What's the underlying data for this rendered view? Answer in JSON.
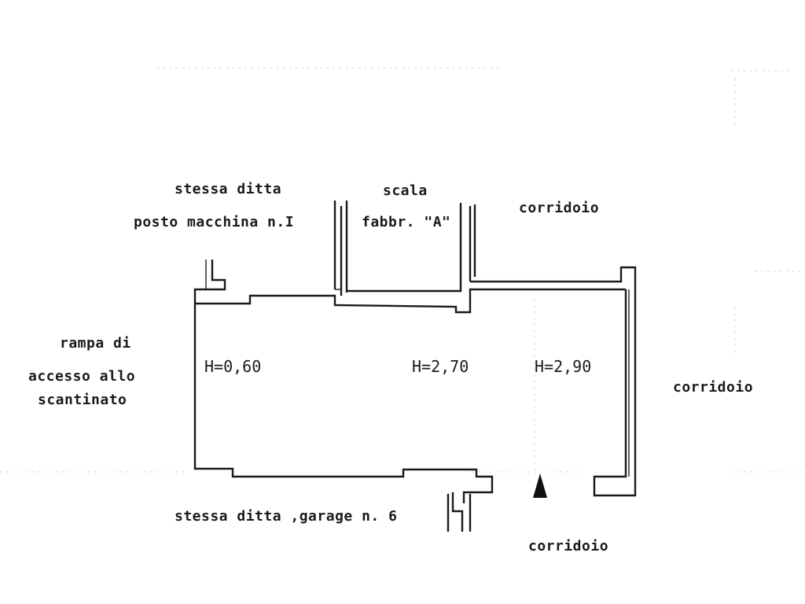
{
  "labels": {
    "top_left_line1": "stessa ditta",
    "top_left_line2": "posto macchina n.I",
    "top_center_line1": "scala",
    "top_center_line2": "fabbr. \"A\"",
    "top_right": "corridoio",
    "left_line1": "rampa di",
    "left_line2": "accesso  allo",
    "left_line3": "scantinato",
    "right": "corridoio",
    "bottom_center": "stessa ditta ,garage n. 6",
    "bottom_right": "corridoio"
  },
  "heights": {
    "h1": "H=0,60",
    "h2": "H=2,70",
    "h3": "H=2,90"
  },
  "north_arrow": {
    "color": "#111111"
  }
}
